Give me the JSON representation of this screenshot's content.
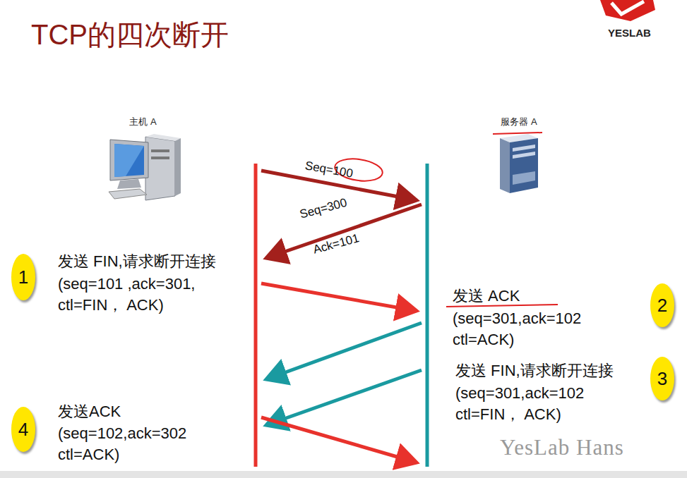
{
  "diagram": {
    "title": "TCP的四次断开",
    "nodes": [
      {
        "text": [
          "主机 A"
        ]
      },
      {
        "text": [
          "服务器 A"
        ]
      },
      {
        "text": [
          "1"
        ]
      },
      {
        "text": [
          "2"
        ]
      },
      {
        "text": [
          "3"
        ]
      },
      {
        "text": [
          "4"
        ]
      }
    ],
    "labels": [
      "YESLAB",
      "Seq=100",
      "Seq=300",
      "Ack=101",
      "发送 FIN,请求断开连接",
      "(seq=101 ,ack=301, ctl=FIN， ACK)",
      "发送 ACK",
      "(seq=301,ack=102 ctl=ACK)",
      "发送 FIN,请求断开连接",
      "(seq=301,ack=102 ctl=FIN， ACK)",
      "发送ACK",
      "(seq=102,ack=302 ctl=ACK)",
      "YesLab Hans"
    ]
  }
}
